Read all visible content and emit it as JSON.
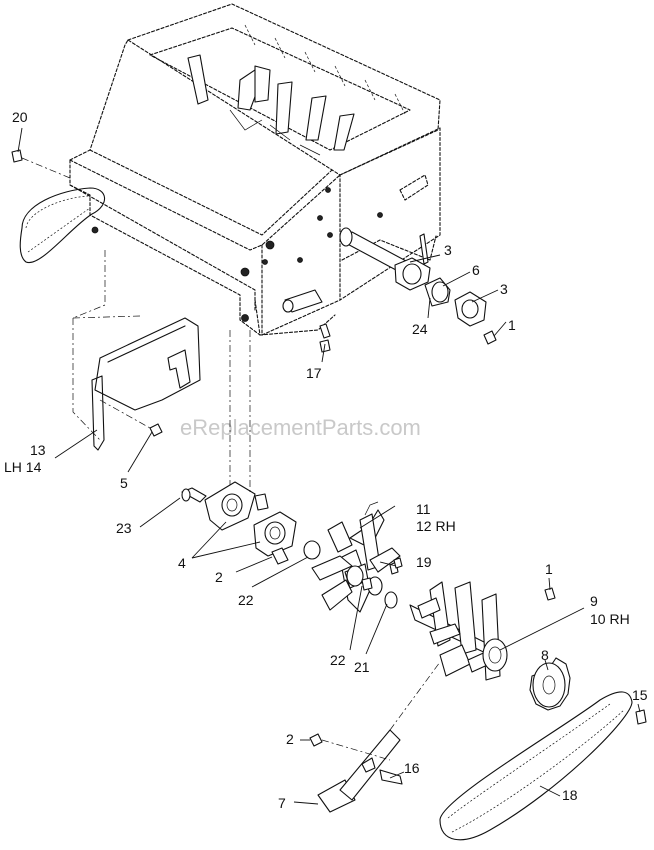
{
  "watermark": "eReplacementParts.com",
  "callouts": [
    {
      "id": "c20",
      "text": "20"
    },
    {
      "id": "c3a",
      "text": "3"
    },
    {
      "id": "c6",
      "text": "6"
    },
    {
      "id": "c3b",
      "text": "3"
    },
    {
      "id": "c24",
      "text": "24"
    },
    {
      "id": "c1a",
      "text": "1"
    },
    {
      "id": "c17",
      "text": "17"
    },
    {
      "id": "c13",
      "text": "13"
    },
    {
      "id": "c14",
      "text": "LH 14"
    },
    {
      "id": "c5",
      "text": "5"
    },
    {
      "id": "c11",
      "text": "11"
    },
    {
      "id": "c12",
      "text": "12 RH"
    },
    {
      "id": "c23",
      "text": "23"
    },
    {
      "id": "c19",
      "text": "19"
    },
    {
      "id": "c4",
      "text": "4"
    },
    {
      "id": "c2a",
      "text": "2"
    },
    {
      "id": "c22a",
      "text": "22"
    },
    {
      "id": "c1b",
      "text": "1"
    },
    {
      "id": "c9",
      "text": "9"
    },
    {
      "id": "c10",
      "text": "10 RH"
    },
    {
      "id": "c8",
      "text": "8"
    },
    {
      "id": "c22b",
      "text": "22"
    },
    {
      "id": "c21",
      "text": "21"
    },
    {
      "id": "c15",
      "text": "15"
    },
    {
      "id": "c2b",
      "text": "2"
    },
    {
      "id": "c16",
      "text": "16"
    },
    {
      "id": "c7",
      "text": "7"
    },
    {
      "id": "c18",
      "text": "18"
    }
  ]
}
